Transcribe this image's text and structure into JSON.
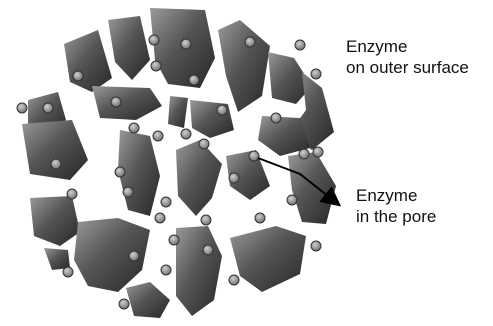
{
  "labels": {
    "outer_line1": "Enzyme",
    "outer_line2": "on outer surface",
    "pore_line1": "Enzyme",
    "pore_line2": "in the pore"
  },
  "colors": {
    "background": "#ffffff",
    "fragment_dark": "#2e2e2e",
    "fragment_light": "#8a8a8a",
    "enzyme_fill": "#8c8c8c",
    "enzyme_stroke": "#333333",
    "arrow": "#000000",
    "text": "#111111"
  }
}
